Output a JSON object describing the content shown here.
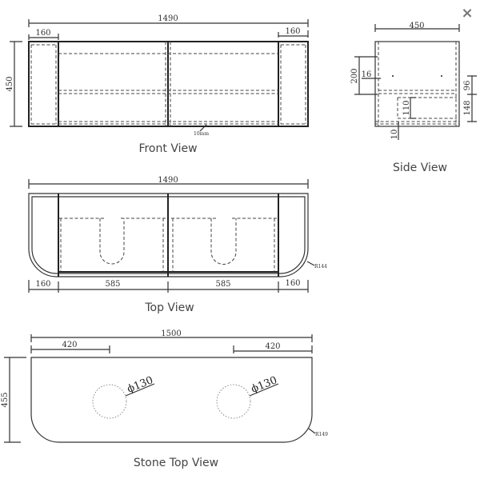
{
  "close_icon": "×",
  "front_view": {
    "caption": "Front View",
    "width": "1490",
    "left_side": "160",
    "right_side": "160",
    "height": "450",
    "note": "10mm"
  },
  "side_view": {
    "caption": "Side View",
    "depth": "450",
    "dim_200": "200",
    "dim_16": "16",
    "dim_96": "96",
    "dim_148": "148",
    "dim_110": "110",
    "dim_10": "10"
  },
  "top_view": {
    "caption": "Top View",
    "width": "1490",
    "left": "160",
    "mid_left": "585",
    "mid_right": "585",
    "right": "160",
    "radius": "R144"
  },
  "stone_top_view": {
    "caption": "Stone Top View",
    "width": "1500",
    "left_offset": "420",
    "right_offset": "420",
    "depth": "455",
    "hole_left": "ϕ130",
    "hole_right": "ϕ130",
    "radius": "R149"
  }
}
